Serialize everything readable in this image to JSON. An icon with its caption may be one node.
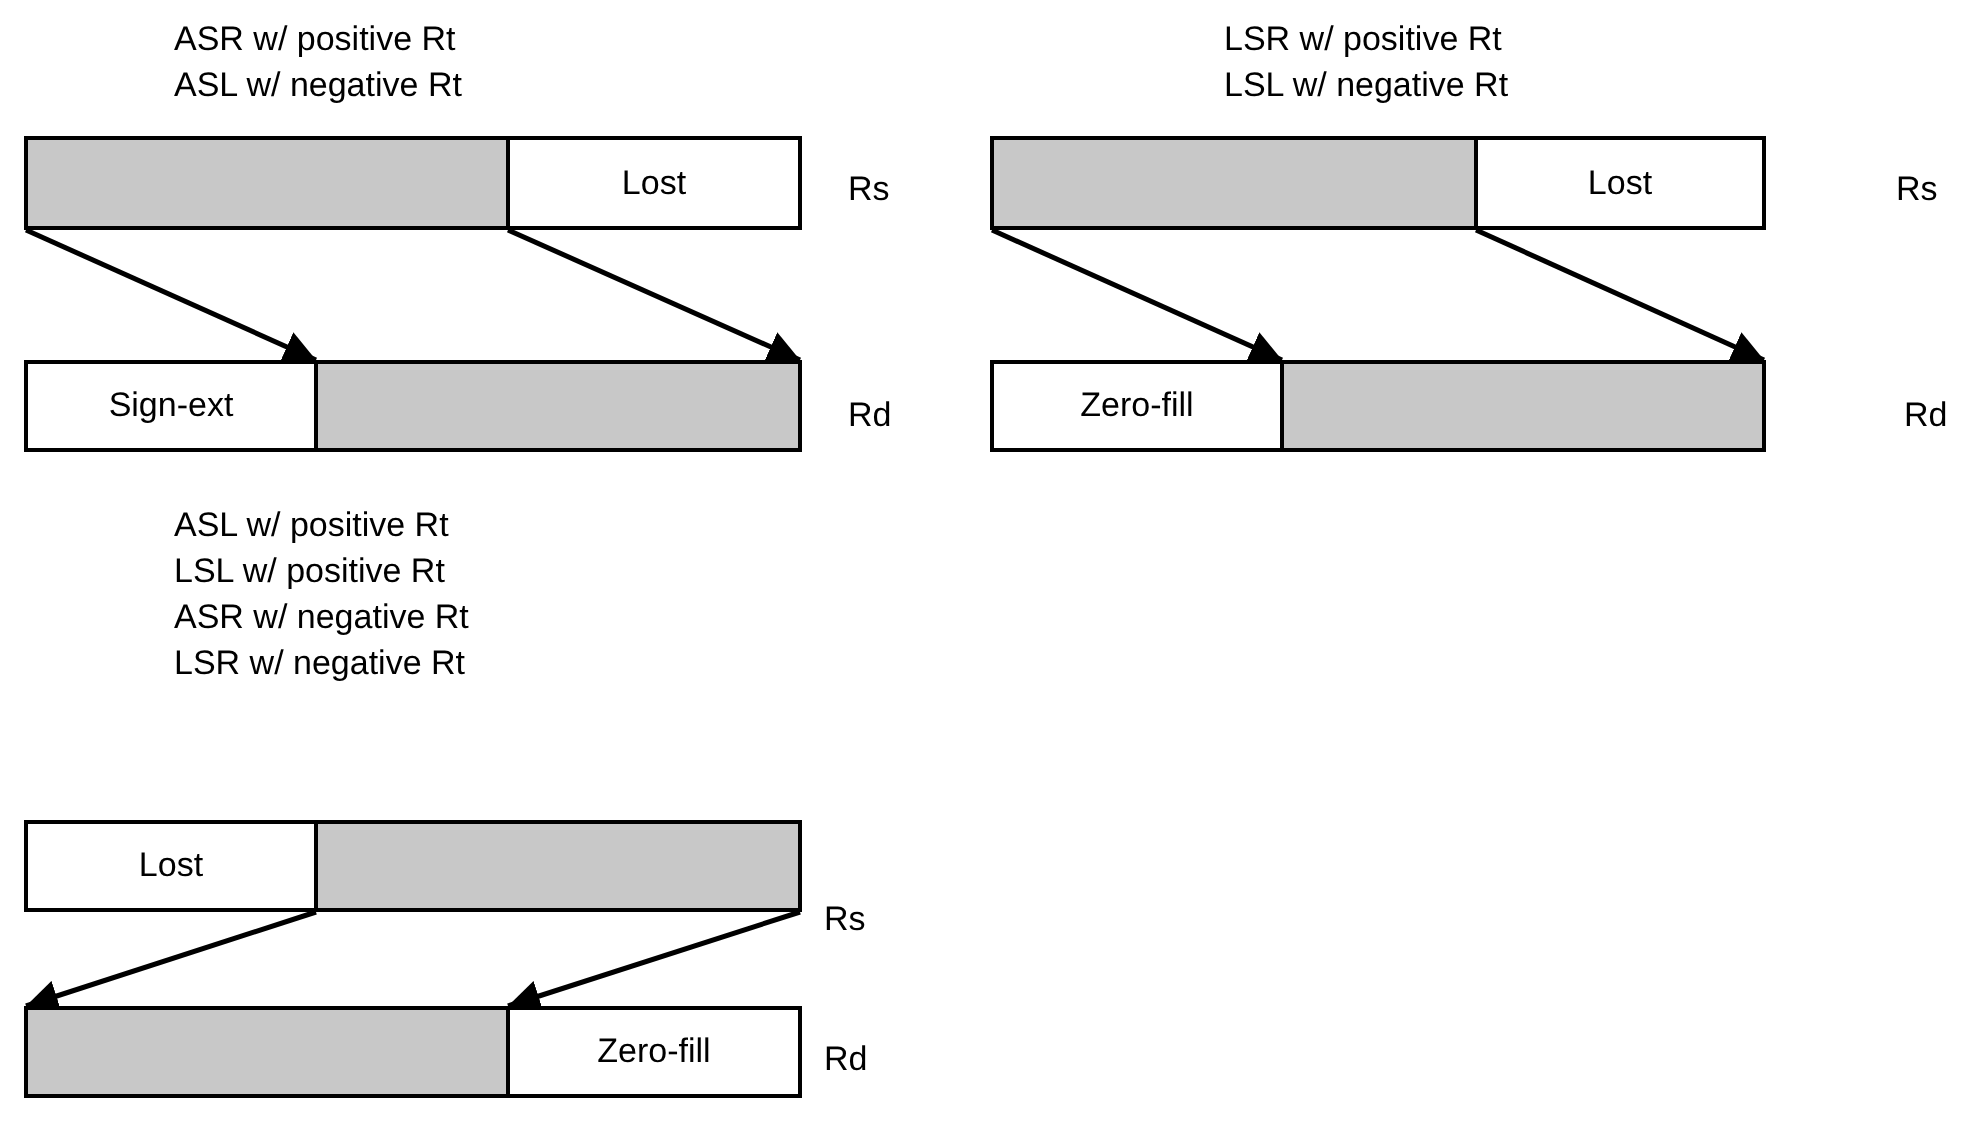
{
  "diagram": {
    "nodes": [
      {
        "text": [],
        "shape": "box"
      },
      {
        "text": [
          "Lost"
        ]
      },
      {
        "text": [
          "Sign-ext"
        ]
      },
      {
        "text": [],
        "shape": "box"
      },
      {
        "text": [],
        "shape": "box"
      },
      {
        "text": [
          "Lost"
        ]
      },
      {
        "text": [
          "Zero-fill"
        ]
      },
      {
        "text": [],
        "shape": "box"
      },
      {
        "text": [
          "Lost"
        ]
      },
      {
        "text": [],
        "shape": "box"
      },
      {
        "text": [],
        "shape": "box"
      },
      {
        "text": [
          "Zero-fill"
        ]
      }
    ],
    "edges": [
      {
        "from": 0,
        "to": 3,
        "arrow": "to"
      },
      {
        "from": 0,
        "to": 3,
        "arrow": "to"
      },
      {
        "from": 4,
        "to": 7,
        "arrow": "to"
      },
      {
        "from": 4,
        "to": 7,
        "arrow": "to"
      },
      {
        "from": 9,
        "to": 10,
        "arrow": "to"
      },
      {
        "from": 9,
        "to": 10,
        "arrow": "to"
      }
    ],
    "labels": [
      "ASR w/ positive Rt",
      "ASL w/ negative Rt",
      "LSR w/ positive Rt",
      "LSL w/ negative Rt",
      "Rs",
      "Rs",
      "Rd",
      "Rd",
      "ASL w/ positive Rt",
      "LSL w/ positive Rt",
      "ASR w/ negative Rt",
      "LSR w/ negative Rt",
      "Rs",
      "Rd"
    ]
  }
}
